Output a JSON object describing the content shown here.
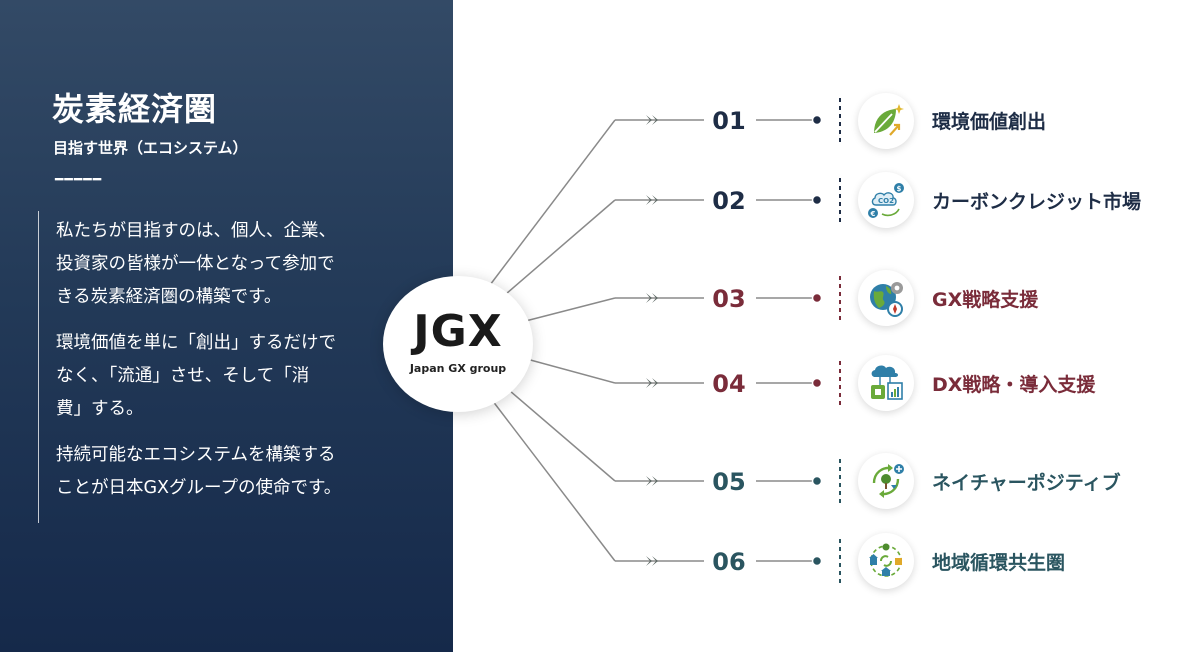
{
  "left": {
    "title": "炭素経済圏",
    "subtitle": "目指す世界（エコシステム）",
    "dash": "━━━━━",
    "paragraphs": [
      "私たちが目指すのは、個人、企業、\n投資家の皆様が一体となって参加で\nきる炭素経済圏の構築です。",
      "環境価値を単に「創出」するだけで\nなく、「流通」させ、そして「消\n費」する。",
      "持続可能なエコシステムを構築する\nことが日本GXグループの使命です。"
    ]
  },
  "logo": {
    "mark": "JGX",
    "tagline": "Japan GX group"
  },
  "items": [
    {
      "number": "01",
      "label": "環境価値創出",
      "icon": "leaf-growth-icon",
      "color": "#1e2d46"
    },
    {
      "number": "02",
      "label": "カーボンクレジット市場",
      "icon": "co2-exchange-icon",
      "color": "#1e2d46"
    },
    {
      "number": "03",
      "label": "GX戦略支援",
      "icon": "globe-gear-compass-icon",
      "color": "#7a2c3a"
    },
    {
      "number": "04",
      "label": "DX戦略・導入支援",
      "icon": "cloud-chip-chart-icon",
      "color": "#7a2c3a"
    },
    {
      "number": "05",
      "label": "ネイチャーポジティブ",
      "icon": "nature-cycle-icon",
      "color": "#2a5560"
    },
    {
      "number": "06",
      "label": "地域循環共生圏",
      "icon": "community-recycle-icon",
      "color": "#2a5560"
    }
  ]
}
